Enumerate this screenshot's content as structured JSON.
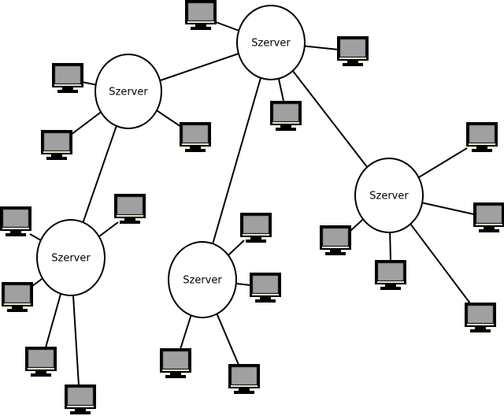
{
  "diagram": {
    "type": "network-topology",
    "description": "Distributed network of servers each connected to client computers",
    "colors": {
      "line": "#000000",
      "server_fill": "#ffffff",
      "monitor_bezel": "#000000",
      "monitor_screen": "#a0a0a0",
      "monitor_strip": "#e8e4cc"
    },
    "servers": [
      {
        "id": "s1",
        "label": "Szerver",
        "clients": 3
      },
      {
        "id": "s2",
        "label": "Szerver",
        "clients": 3
      },
      {
        "id": "s3",
        "label": "Szerver",
        "clients": 5
      },
      {
        "id": "s4",
        "label": "Szerver",
        "clients": 4
      },
      {
        "id": "s5",
        "label": "Szerver",
        "clients": 5
      }
    ],
    "server_links": [
      [
        "s1",
        "s2"
      ],
      [
        "s1",
        "s4"
      ],
      [
        "s1",
        "s5"
      ],
      [
        "s2",
        "s3"
      ]
    ],
    "clients": [
      {
        "id": "c1",
        "server": "s1",
        "icon": "computer-monitor-icon"
      },
      {
        "id": "c2",
        "server": "s1",
        "icon": "computer-monitor-icon"
      },
      {
        "id": "c3",
        "server": "s1",
        "icon": "computer-monitor-icon"
      },
      {
        "id": "c4",
        "server": "s2",
        "icon": "computer-monitor-icon"
      },
      {
        "id": "c5",
        "server": "s2",
        "icon": "computer-monitor-icon"
      },
      {
        "id": "c6",
        "server": "s2",
        "icon": "computer-monitor-icon"
      },
      {
        "id": "c7",
        "server": "s3",
        "icon": "computer-monitor-icon"
      },
      {
        "id": "c8",
        "server": "s3",
        "icon": "computer-monitor-icon"
      },
      {
        "id": "c9",
        "server": "s3",
        "icon": "computer-monitor-icon"
      },
      {
        "id": "c10",
        "server": "s3",
        "icon": "computer-monitor-icon"
      },
      {
        "id": "c11",
        "server": "s3",
        "icon": "computer-monitor-icon"
      },
      {
        "id": "c12",
        "server": "s4",
        "icon": "computer-monitor-icon"
      },
      {
        "id": "c13",
        "server": "s4",
        "icon": "computer-monitor-icon"
      },
      {
        "id": "c14",
        "server": "s4",
        "icon": "computer-monitor-icon"
      },
      {
        "id": "c15",
        "server": "s4",
        "icon": "computer-monitor-icon"
      },
      {
        "id": "c16",
        "server": "s5",
        "icon": "computer-monitor-icon"
      },
      {
        "id": "c17",
        "server": "s5",
        "icon": "computer-monitor-icon"
      },
      {
        "id": "c18",
        "server": "s5",
        "icon": "computer-monitor-icon"
      },
      {
        "id": "c19",
        "server": "s5",
        "icon": "computer-monitor-icon"
      },
      {
        "id": "c20",
        "server": "s5",
        "icon": "computer-monitor-icon"
      }
    ]
  }
}
